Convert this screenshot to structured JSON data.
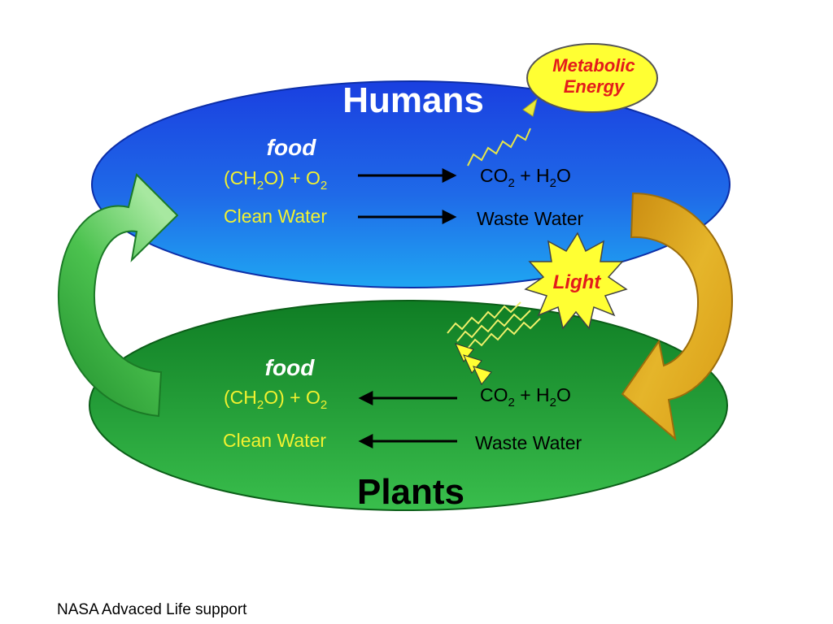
{
  "colors": {
    "humans_top": "#1a3fe0",
    "humans_bottom": "#1e9bf0",
    "plants_top": "#138a2a",
    "plants_bottom": "#34b84a",
    "formula_yellow": "#f2f230",
    "arrow_green": "#2faa3a",
    "arrow_gold": "#d9a21a",
    "burst_yellow": "#ffff33",
    "label_red": "#e31b1b"
  },
  "humans": {
    "title": "Humans",
    "food_label": "food",
    "food_formula": {
      "base": "(CH",
      "sub1": "2",
      "mid": "O) + O",
      "sub2": "2"
    },
    "product_formula": {
      "base": "CO",
      "sub1": "2",
      "mid": " + H",
      "sub2": "2",
      "end": "O"
    },
    "water_in": "Clean Water",
    "water_out": "Waste Water"
  },
  "plants": {
    "title": "Plants",
    "food_label": "food",
    "food_formula": {
      "base": "(CH",
      "sub1": "2",
      "mid": "O) + O",
      "sub2": "2"
    },
    "input_formula": {
      "base": "CO",
      "sub1": "2",
      "mid": " + H",
      "sub2": "2",
      "end": "O"
    },
    "water_out": "Clean Water",
    "water_in": "Waste Water"
  },
  "metabolic_energy": {
    "line1": "Metabolic",
    "line2": "Energy"
  },
  "light": "Light",
  "caption": "NASA Advaced Life support"
}
